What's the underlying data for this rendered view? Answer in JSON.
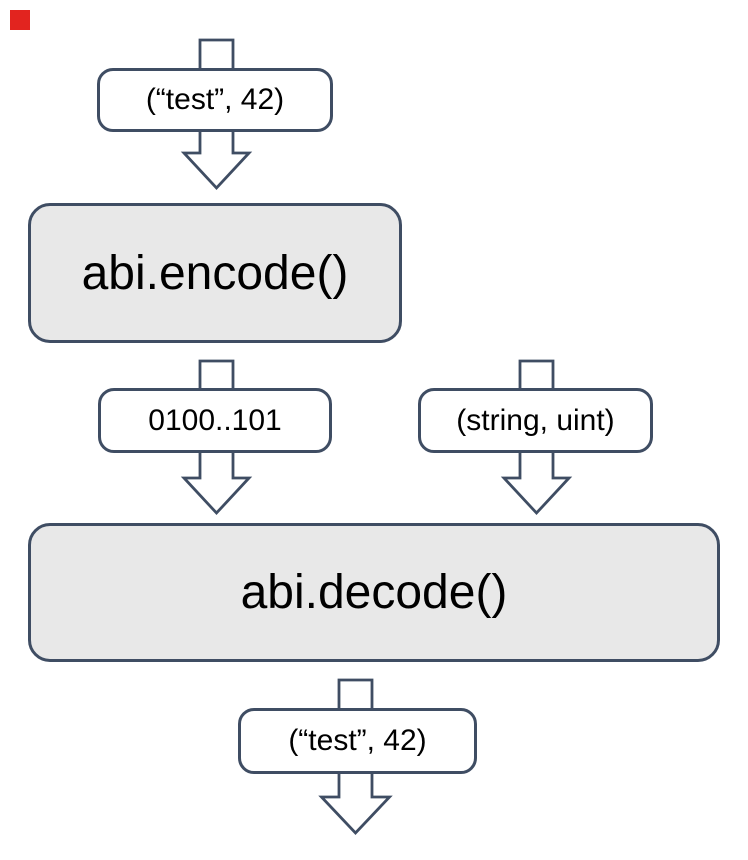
{
  "diagram": {
    "type": "flowchart",
    "description": "ABI encode and decode data flow",
    "nodes": {
      "input": {
        "label": "(“test”, 42)",
        "kind": "data"
      },
      "encode": {
        "label": "abi.encode()",
        "kind": "function"
      },
      "encoded": {
        "label": "0100..101",
        "kind": "data"
      },
      "types": {
        "label": "(string, uint)",
        "kind": "data"
      },
      "decode": {
        "label": "abi.decode()",
        "kind": "function"
      },
      "output": {
        "label": "(“test”, 42)",
        "kind": "data"
      }
    },
    "edges": [
      {
        "from": "start",
        "to": "input"
      },
      {
        "from": "input",
        "to": "encode"
      },
      {
        "from": "encode",
        "to": "encoded"
      },
      {
        "from": "encoded",
        "to": "decode"
      },
      {
        "from": "types",
        "to": "decode"
      },
      {
        "from": "decode",
        "to": "output"
      },
      {
        "from": "output",
        "to": "end"
      }
    ],
    "colors": {
      "stroke": "#3f4d63",
      "function_fill": "#e8e8e8",
      "data_fill": "#ffffff",
      "text": "#000000",
      "background": "#ffffff",
      "corner_marker": "#e2241f"
    }
  }
}
